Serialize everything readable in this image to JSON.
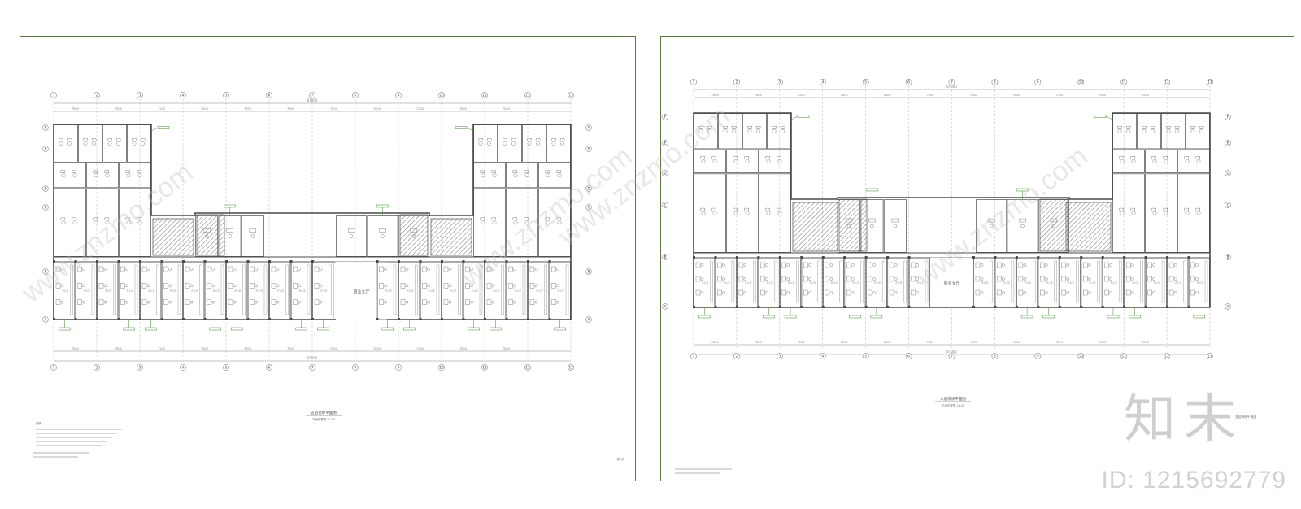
{
  "watermark": {
    "site": "www.znzmo.com",
    "brand": "知末",
    "id_label": "ID: 1215692779"
  },
  "colors": {
    "frame": "#5a7a3a",
    "wall": "#4a4a4a",
    "annotation_green": "#3d8a2a",
    "hatch": "#777777",
    "dim": "#888888"
  },
  "drawings": [
    {
      "lobby_label": "营业大厅",
      "title_label": "五层装修平面图",
      "subtitle_label": "平面布置图 1:100",
      "overall_dimension": "87000",
      "bays": [
        "7800",
        "7800",
        "7200",
        "7800",
        "7800",
        "7800",
        "7800",
        "7800",
        "7200",
        "7800",
        "7800"
      ],
      "axes_columns": [
        "1",
        "2",
        "3",
        "4",
        "5",
        "6",
        "7",
        "8",
        "9",
        "10",
        "11",
        "12",
        "13"
      ],
      "axes_rows": [
        "F",
        "E",
        "D",
        "C",
        "B",
        "A"
      ],
      "room_label": "办公室",
      "notes_title": "说明：",
      "page_number": "第1页"
    },
    {
      "lobby_label": "营业大厅",
      "title_label": "六层装修平面图",
      "subtitle_label": "平面布置图 1:100",
      "overall_dimension": "87000",
      "bays": [
        "7800",
        "7800",
        "7200",
        "7800",
        "7800",
        "7800",
        "7800",
        "7800",
        "7200",
        "7800",
        "7800"
      ],
      "axes_columns": [
        "1",
        "2",
        "3",
        "4",
        "5",
        "6",
        "7",
        "8",
        "9",
        "10",
        "11",
        "12",
        "13"
      ],
      "axes_rows": [
        "F",
        "E",
        "D",
        "C",
        "B",
        "A"
      ],
      "room_label": "办公室",
      "side_title": "五层装修平面图"
    }
  ]
}
